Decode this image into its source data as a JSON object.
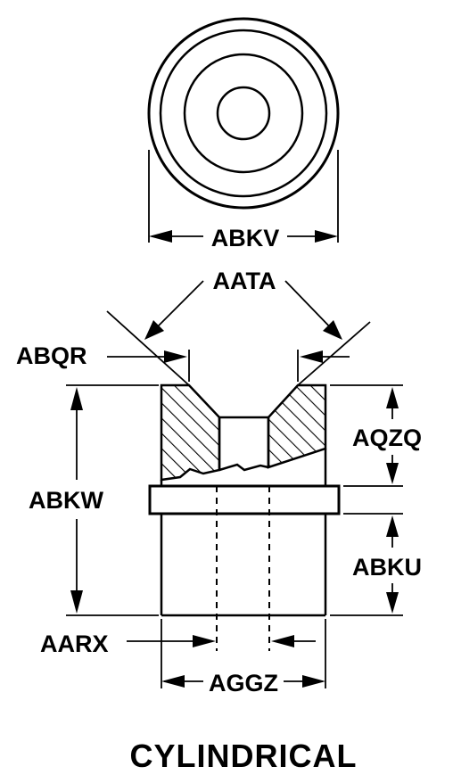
{
  "title": "CYLINDRICAL",
  "dimensions": {
    "top_diameter": "ABKV",
    "chamfer_angle": "AATA",
    "chamfer_width": "ABQR",
    "overall_length": "ABKW",
    "upper_length": "AQZQ",
    "lower_length": "ABKU",
    "bore_diameter": "AARX",
    "body_diameter": "AGGZ"
  },
  "colors": {
    "line": "#000000",
    "background": "#ffffff"
  }
}
